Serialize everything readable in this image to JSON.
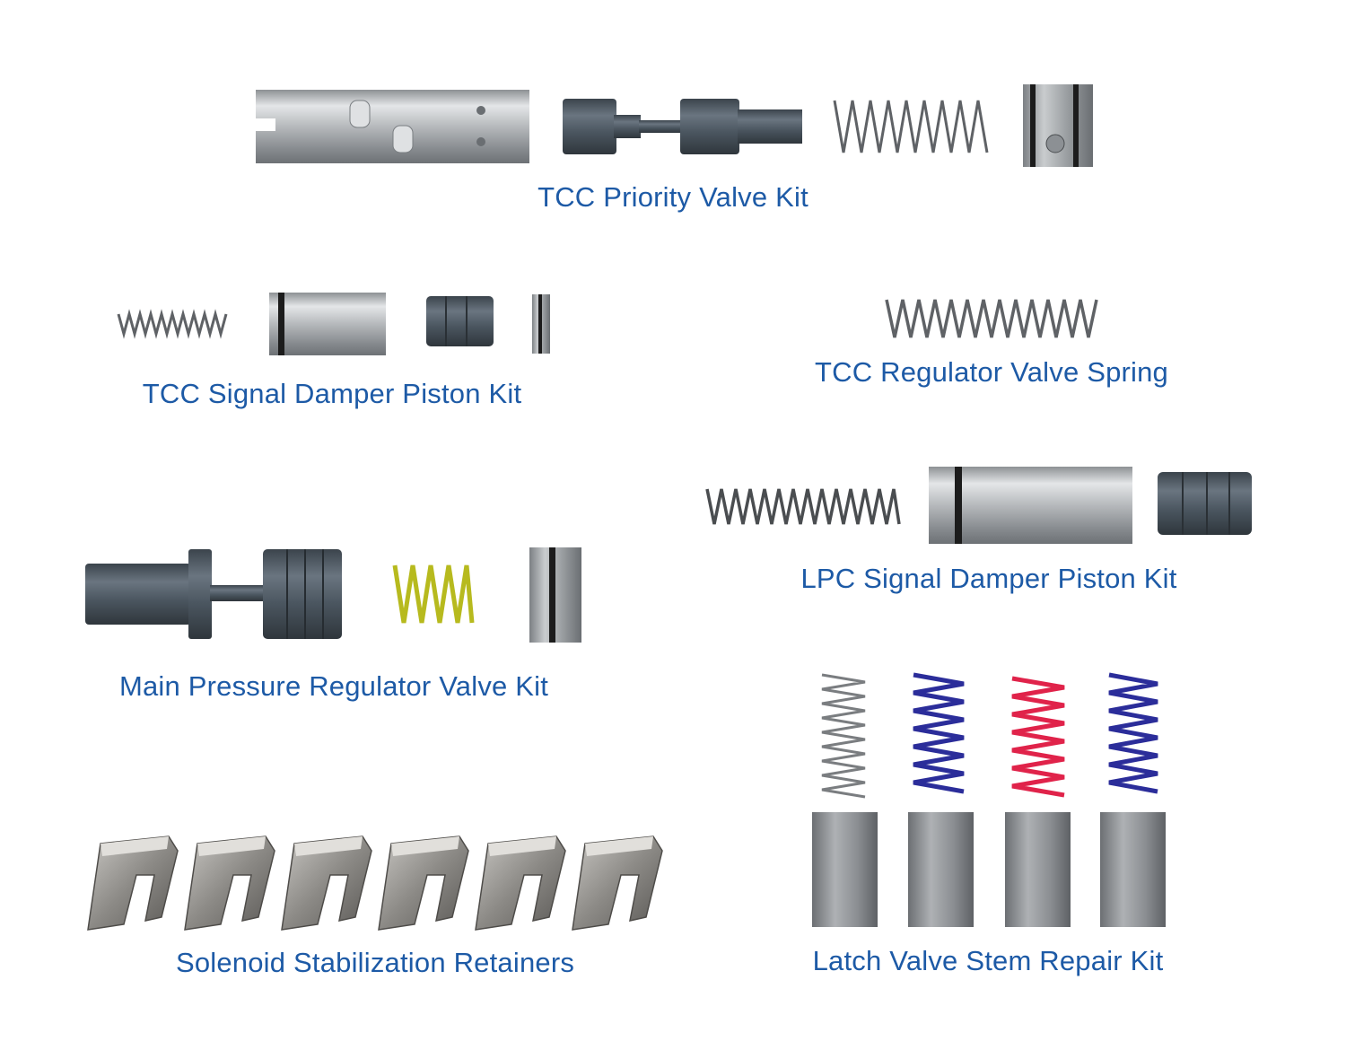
{
  "kits": [
    {
      "label": "TCC Priority Valve Kit"
    },
    {
      "label": "TCC Signal Damper Piston Kit"
    },
    {
      "label": "TCC Regulator Valve Spring"
    },
    {
      "label": "LPC Signal Damper Piston Kit"
    },
    {
      "label": "Main Pressure Regulator Valve Kit"
    },
    {
      "label": "Latch Valve Stem Repair Kit"
    },
    {
      "label": "Solenoid Stabilization Retainers"
    }
  ],
  "colors": {
    "label_text": "#1d5aa6",
    "steel": "#b9bcbf",
    "dark_valve": "#4a5560",
    "spring_silver": "#5f6266",
    "spring_yellow": "#c9cc2a",
    "spring_blue": "#2b2d9a",
    "spring_red": "#e0234a"
  }
}
